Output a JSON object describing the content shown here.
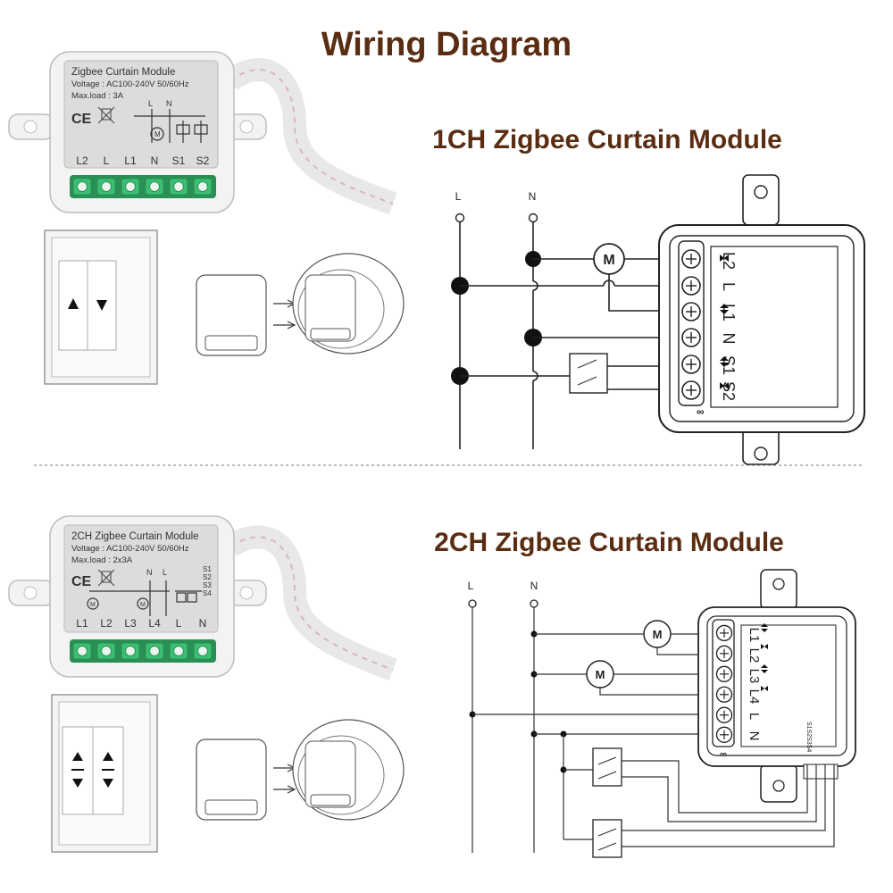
{
  "header": {
    "title": "Wiring Diagram"
  },
  "section1": {
    "title": "1CH Zigbee Curtain Module",
    "product": {
      "name": "Zigbee Curtain Module",
      "voltage": "Voltage : AC100-240V 50/60Hz",
      "maxload": "Max.load : 3A",
      "top_labels": [
        "L",
        "N"
      ],
      "terminals": [
        "L2",
        "L",
        "L1",
        "N",
        "S1",
        "S2"
      ]
    },
    "schematic": {
      "bus_labels": [
        "L",
        "N"
      ],
      "motor_label": "M",
      "terminals": [
        "L2",
        "L",
        "L1",
        "N",
        "S1",
        "S2"
      ]
    }
  },
  "section2": {
    "title": "2CH Zigbee Curtain Module",
    "product": {
      "name": "2CH Zigbee Curtain Module",
      "voltage": "Voltage : AC100-240V 50/60Hz",
      "maxload": "Max.load : 2x3A",
      "top_labels": [
        "N",
        "L"
      ],
      "side_labels": [
        "S1",
        "S2",
        "S3",
        "S4"
      ],
      "terminals": [
        "L1",
        "L2",
        "L3",
        "L4",
        "L",
        "N"
      ]
    },
    "schematic": {
      "bus_labels": [
        "L",
        "N"
      ],
      "motor_label": "M",
      "terminals": [
        "L1",
        "L2",
        "L3",
        "L4",
        "L",
        "N"
      ],
      "side_text": "S1S2S3S4"
    }
  },
  "colors": {
    "title": "#5a2d12",
    "terminal_green": "#3cbf73",
    "wire": "#222222"
  }
}
